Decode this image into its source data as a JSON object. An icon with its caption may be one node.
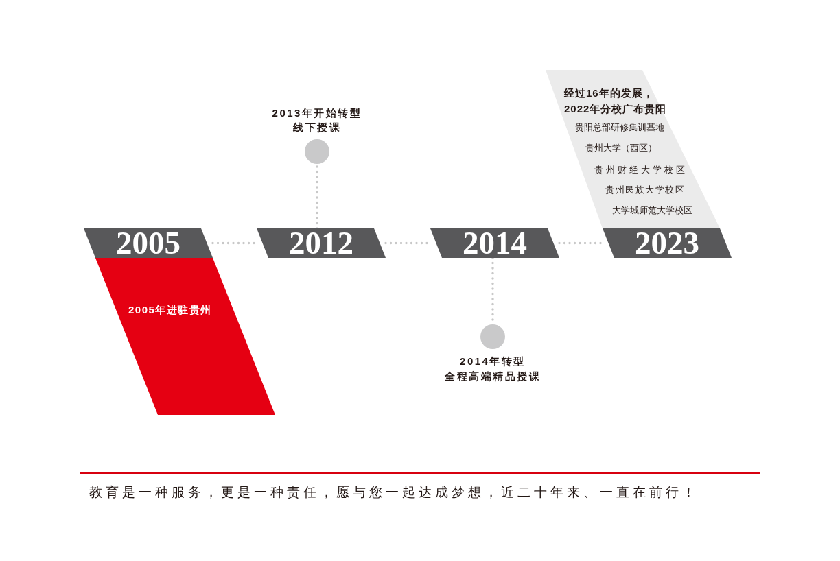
{
  "diagram": {
    "nodes": [
      {
        "text": [
          "2005"
        ]
      },
      {
        "text": [
          "2005年进驻贵州"
        ]
      },
      {
        "text": [
          "2012"
        ]
      },
      {
        "text": [],
        "shape": "circle",
        "beside": [
          "2013年开始转型",
          "线下授课"
        ]
      },
      {
        "text": [
          "2014"
        ]
      },
      {
        "text": [],
        "shape": "circle",
        "beside": [
          "2014年转型",
          "全程高端精品授课"
        ]
      },
      {
        "text": [
          "经过16年的发展，2022年分校广布贵阳",
          "贵阳总部研修集训基地",
          "贵州大学（西区）",
          "贵州财经大学校区",
          "贵州民族大学校区",
          "大学城师范大学校区"
        ]
      },
      {
        "text": [
          "2023"
        ]
      }
    ],
    "edges": [
      {
        "from": 0,
        "to": 2,
        "arrow": "none"
      },
      {
        "from": 2,
        "to": 3,
        "arrow": "none"
      },
      {
        "from": 2,
        "to": 4,
        "arrow": "none"
      },
      {
        "from": 4,
        "to": 5,
        "arrow": "none"
      },
      {
        "from": 4,
        "to": 7,
        "arrow": "none"
      }
    ],
    "labels": [
      "教育是一种服务，更是一种责任，愿与您一起达成梦想，近二十年来、一直在前行！"
    ]
  }
}
